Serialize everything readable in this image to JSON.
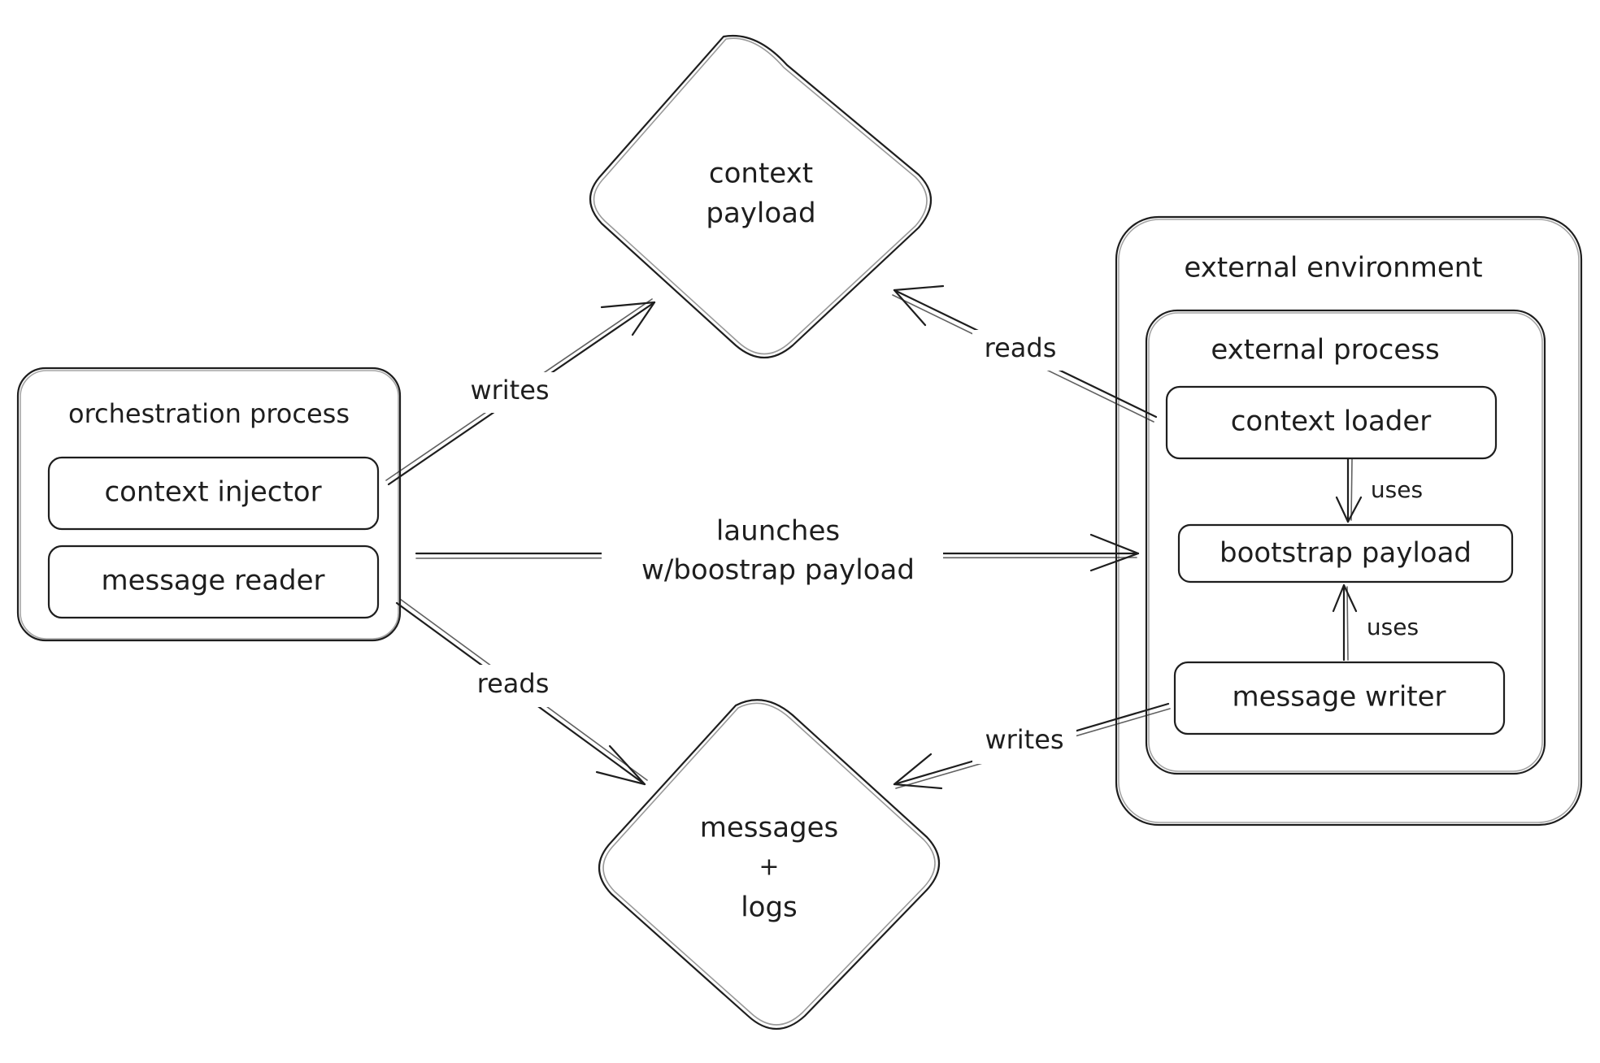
{
  "nodes": {
    "context_payload": {
      "line1": "context",
      "line2": "payload"
    },
    "messages_logs": {
      "line1": "messages",
      "line2": "+",
      "line3": "logs"
    },
    "orchestration_process": {
      "title": "orchestration process",
      "context_injector": "context injector",
      "message_reader": "message reader"
    },
    "external_environment": {
      "title": "external environment",
      "external_process": {
        "title": "external process",
        "context_loader": "context loader",
        "bootstrap_payload": "bootstrap payload",
        "message_writer": "message writer"
      }
    }
  },
  "edges": {
    "injector_writes": "writes",
    "loader_reads": "reads",
    "launches_line1": "launches",
    "launches_line2": "w/boostrap payload",
    "reader_reads": "reads",
    "writer_writes": "writes",
    "loader_uses": "uses",
    "writer_uses": "uses"
  },
  "colors": {
    "stroke": "#1e1e1e",
    "yellow_fill": "#fdf6c9",
    "red_fill": "#fbe0cf",
    "green_fill": "#e4f5d6"
  }
}
